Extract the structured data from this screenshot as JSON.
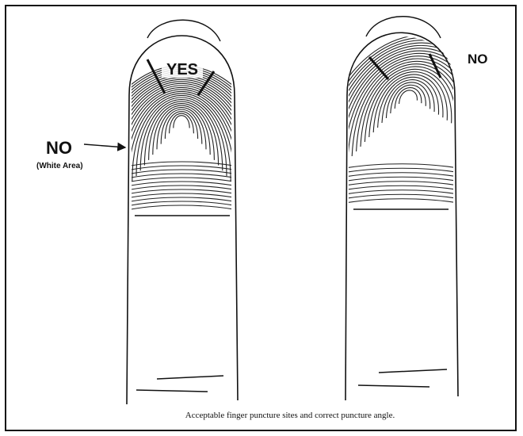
{
  "diagram": {
    "yes_label": "YES",
    "no_label_left": "NO",
    "white_area_label": "(White Area)",
    "no_label_right": "NO",
    "caption": "Acceptable finger puncture sites and correct puncture angle."
  }
}
